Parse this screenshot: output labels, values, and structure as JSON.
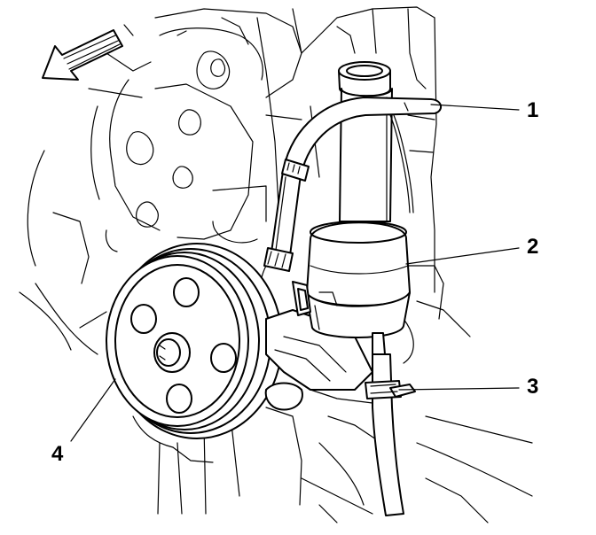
{
  "callouts": [
    {
      "number": "1"
    },
    {
      "number": "2"
    },
    {
      "number": "3"
    },
    {
      "number": "4"
    }
  ],
  "icons": {
    "direction": "front-of-vehicle-arrow-icon"
  },
  "colors": {
    "line": "#000000",
    "background": "#ffffff"
  }
}
